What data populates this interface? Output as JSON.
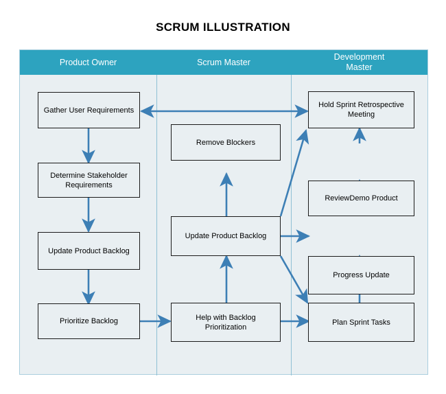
{
  "title": "SCRUM ILLUSTRATION",
  "colors": {
    "header_band": "#2da3bf",
    "lane_background": "#e9eff2",
    "frame_border": "#a9cede",
    "node_border": "#1a1a1a",
    "arrow": "#3d7fb5"
  },
  "chart_data": {
    "type": "diagram",
    "title": "SCRUM ILLUSTRATION",
    "lanes": [
      {
        "id": "product-owner",
        "label": "Product Owner"
      },
      {
        "id": "scrum-master",
        "label": "Scrum Master"
      },
      {
        "id": "development-master",
        "label": "Development Master"
      }
    ],
    "nodes": [
      {
        "id": "gather-user-requirements",
        "lane": "product-owner",
        "label": "Gather User Requirements"
      },
      {
        "id": "determine-stakeholder-requirements",
        "lane": "product-owner",
        "label": "Determine Stakeholder Requirements"
      },
      {
        "id": "update-product-backlog-po",
        "lane": "product-owner",
        "label": "Update Product Backlog"
      },
      {
        "id": "prioritize-backlog",
        "lane": "product-owner",
        "label": "Prioritize Backlog"
      },
      {
        "id": "remove-blockers",
        "lane": "scrum-master",
        "label": "Remove Blockers"
      },
      {
        "id": "update-product-backlog-sm",
        "lane": "scrum-master",
        "label": "Update Product Backlog"
      },
      {
        "id": "help-with-backlog-prioritization",
        "lane": "scrum-master",
        "label": "Help with Backlog Prioritization"
      },
      {
        "id": "hold-sprint-retrospective-meeting",
        "lane": "development-master",
        "label": "Hold Sprint Retrospective Meeting"
      },
      {
        "id": "review-demo-product",
        "lane": "development-master",
        "label": "ReviewDemo Product"
      },
      {
        "id": "progress-update",
        "lane": "development-master",
        "label": "Progress Update"
      },
      {
        "id": "plan-sprint-tasks",
        "lane": "development-master",
        "label": "Plan Sprint Tasks"
      }
    ],
    "edges": [
      {
        "from": "gather-user-requirements",
        "to": "determine-stakeholder-requirements",
        "style": "single"
      },
      {
        "from": "determine-stakeholder-requirements",
        "to": "update-product-backlog-po",
        "style": "single"
      },
      {
        "from": "update-product-backlog-po",
        "to": "prioritize-backlog",
        "style": "single"
      },
      {
        "from": "prioritize-backlog",
        "to": "help-with-backlog-prioritization",
        "style": "single"
      },
      {
        "from": "help-with-backlog-prioritization",
        "to": "update-product-backlog-sm",
        "style": "single"
      },
      {
        "from": "update-product-backlog-sm",
        "to": "remove-blockers",
        "style": "single"
      },
      {
        "from": "help-with-backlog-prioritization",
        "to": "plan-sprint-tasks",
        "style": "single"
      },
      {
        "from": "update-product-backlog-sm",
        "to": "progress-update",
        "style": "single"
      },
      {
        "from": "update-product-backlog-sm",
        "to": "hold-sprint-retrospective-meeting",
        "style": "single-diagonal"
      },
      {
        "from": "update-product-backlog-sm",
        "to": "plan-sprint-tasks",
        "style": "single-diagonal"
      },
      {
        "from": "plan-sprint-tasks",
        "to": "progress-update",
        "style": "single"
      },
      {
        "from": "progress-update",
        "to": "review-demo-product",
        "style": "single"
      },
      {
        "from": "review-demo-product",
        "to": "hold-sprint-retrospective-meeting",
        "style": "single"
      },
      {
        "from": "hold-sprint-retrospective-meeting",
        "to": "gather-user-requirements",
        "style": "double"
      }
    ]
  }
}
